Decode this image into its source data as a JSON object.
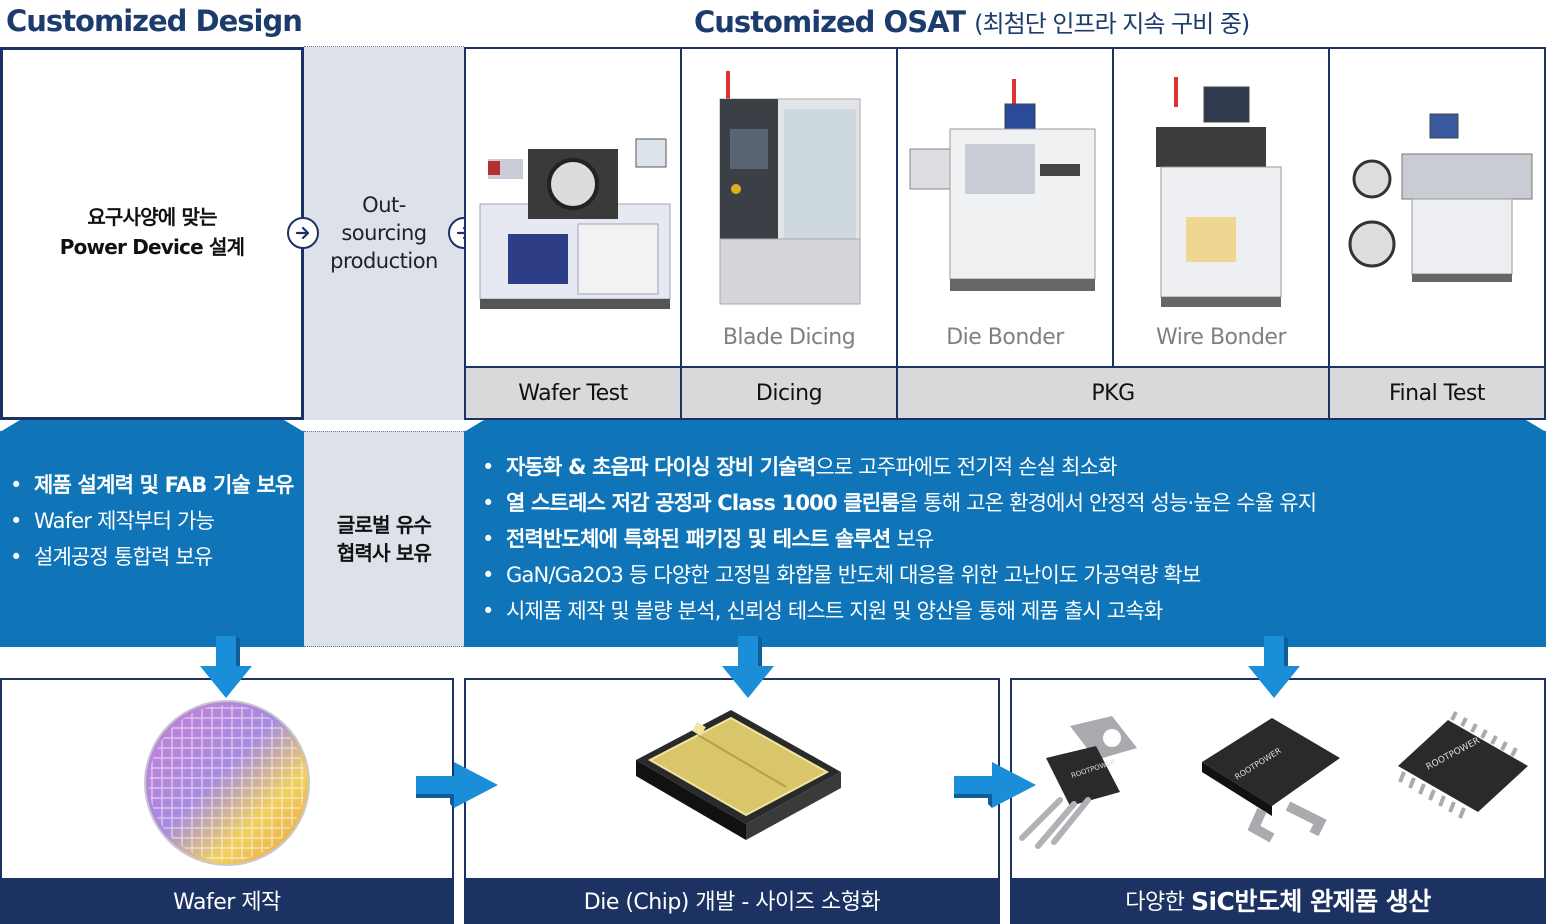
{
  "header": {
    "left_title": "Customized Design",
    "right_title": "Customized OSAT",
    "right_subtitle": "(최첨단 인프라 지속 구비 중)"
  },
  "design_box": {
    "line1": "요구사양에 맞는",
    "line2": "Power Device 설계"
  },
  "outsourcing": {
    "line1": "Out-",
    "line2": "sourcing",
    "line3": "production"
  },
  "equipment": [
    {
      "caption": ""
    },
    {
      "caption": "Blade Dicing"
    },
    {
      "caption": "Die Bonder"
    },
    {
      "caption": "Wire Bonder"
    },
    {
      "caption": ""
    }
  ],
  "process_labels": {
    "wafer_test": "Wafer Test",
    "dicing": "Dicing",
    "pkg": "PKG",
    "final_test": "Final Test"
  },
  "left_features": {
    "item1_bold": "제품 설계력 및 FAB 기술 보유",
    "item2": "Wafer 제작부터 가능",
    "item3": "설계공정 통합력 보유"
  },
  "partner": {
    "line1": "글로벌 유수",
    "line2": "협력사 보유"
  },
  "osat_features": {
    "item1_bold": "자동화 & 초음파 다이싱 장비 기술력",
    "item1_rest": "으로 고주파에도 전기적 손실 최소화",
    "item2_bold": "열 스트레스 저감 공정과 Class 1000 클린룸",
    "item2_rest": "을 통해 고온 환경에서 안정적 성능·높은 수율 유지",
    "item3_bold": "전력반도체에 특화된 패키징 및 테스트 솔루션",
    "item3_rest": " 보유",
    "item4": "GaN/Ga2O3 등 다양한 고정밀 화합물 반도체 대응을 위한 고난이도 가공역량 확보",
    "item5": "시제품 제작 및 불량 분석, 신뢰성 테스트 지원 및 양산을 통해 제품 출시 고속화"
  },
  "products": {
    "wafer_caption": "Wafer 제작",
    "die_caption": "Die (Chip) 개발 - 사이즈 소형화",
    "final_caption_prefix": "다양한 ",
    "final_caption_bold": "SiC반도체 완제품 생산",
    "brand": "ROOTPOWER"
  },
  "colors": {
    "navy": "#1b3263",
    "title_navy": "#1d3c6e",
    "band_blue": "#0f75b8",
    "arrow_blue": "#1a8ed8",
    "grey_cell": "#d9d9d9",
    "outsourcing_bg": "#dde1ea"
  }
}
